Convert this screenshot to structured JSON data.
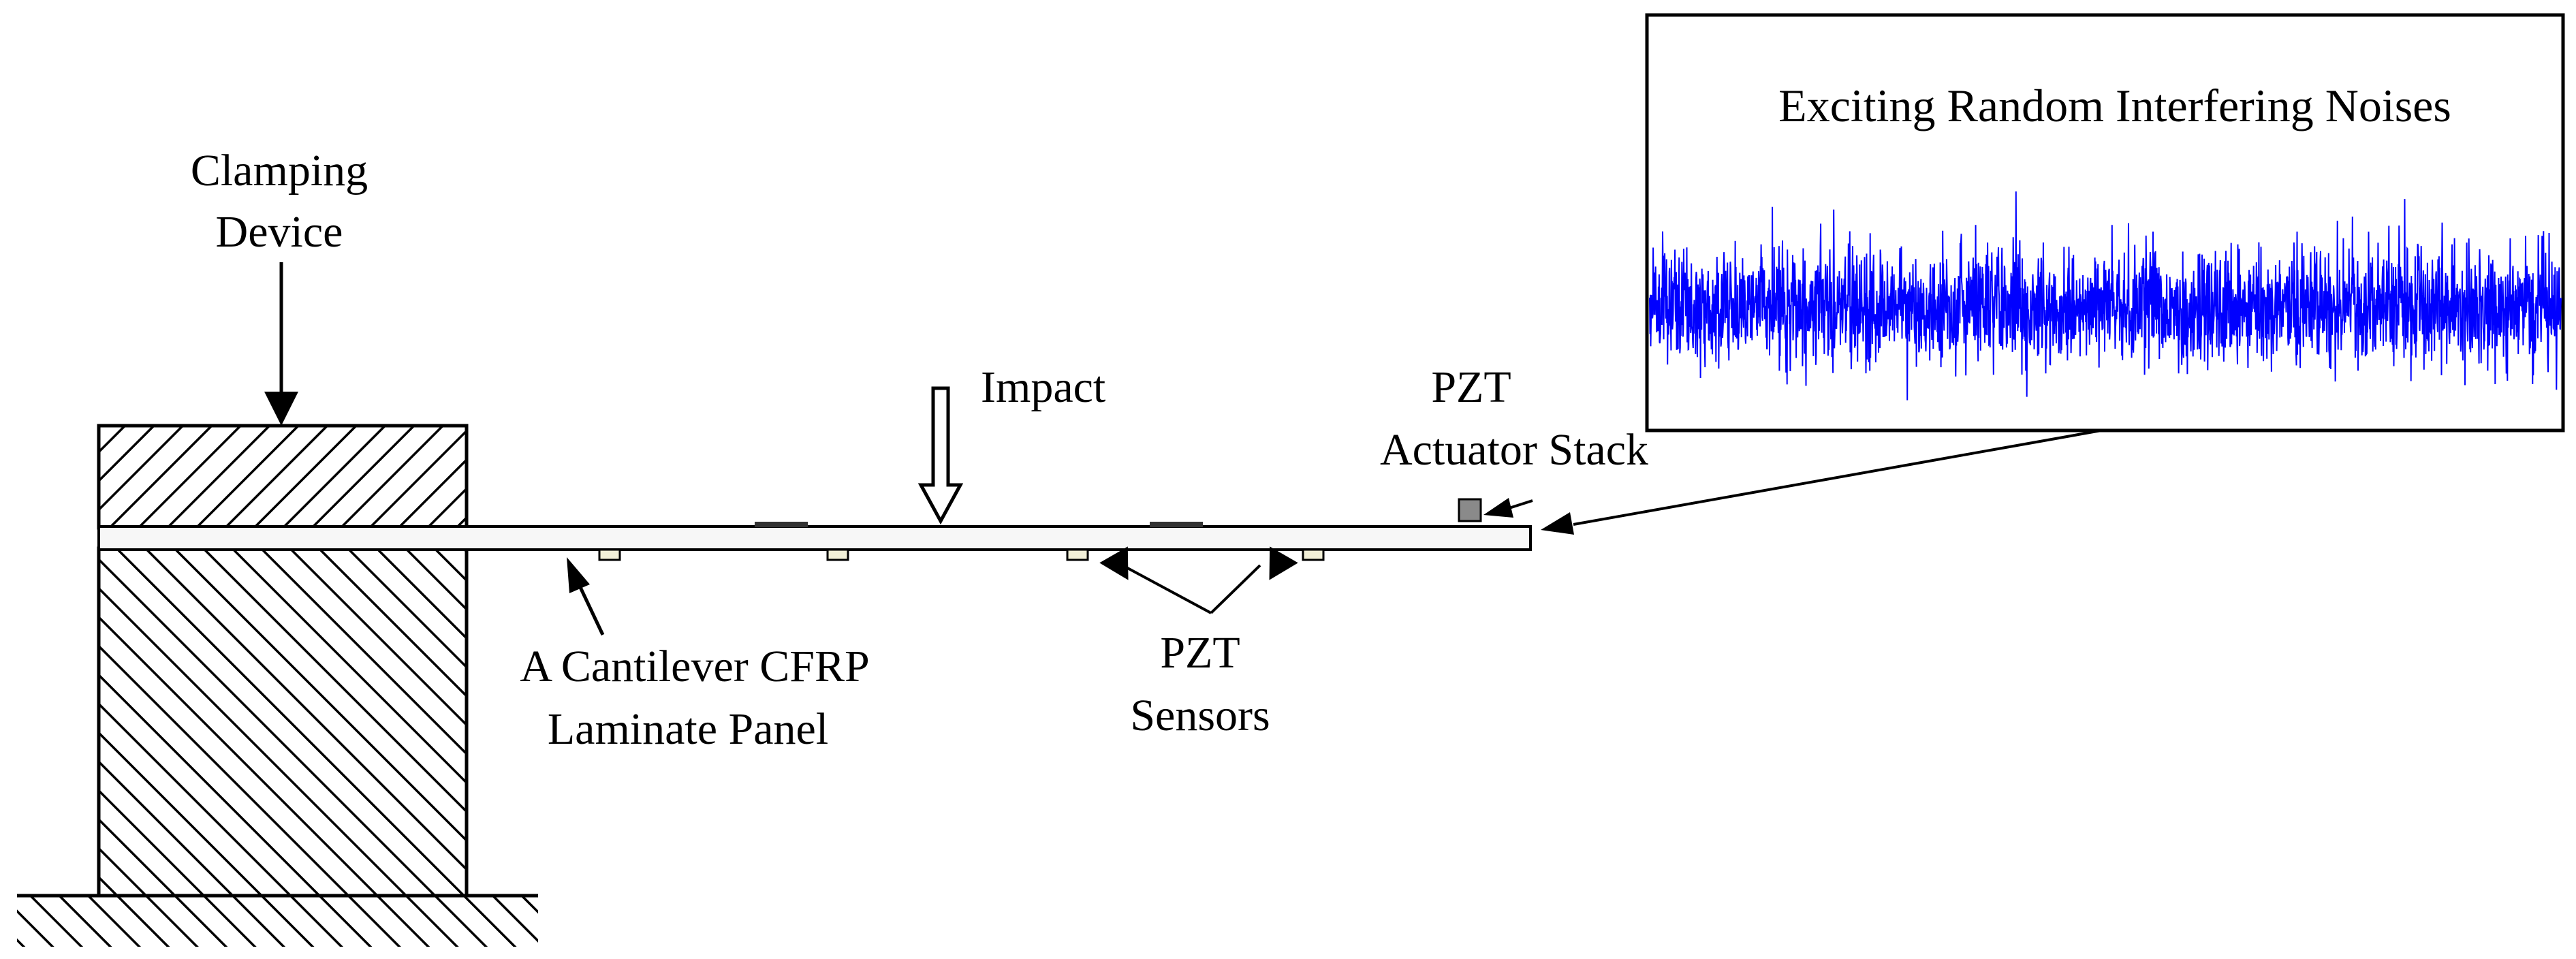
{
  "labels": {
    "clamping_device": [
      "Clamping",
      "Device"
    ],
    "impact": "Impact",
    "pzt_actuator": [
      "PZT",
      "Actuator Stack"
    ],
    "panel": [
      "A Cantilever CFRP",
      "Laminate Panel"
    ],
    "pzt_sensors": [
      "PZT",
      "Sensors"
    ],
    "noise_title": "Exciting Random Interfering Noises"
  },
  "colors": {
    "noise_signal": "#0000ff",
    "lines": "#000000",
    "sensor_fill": "#f2f0d8",
    "actuator_fill": "#8a8a8a"
  }
}
